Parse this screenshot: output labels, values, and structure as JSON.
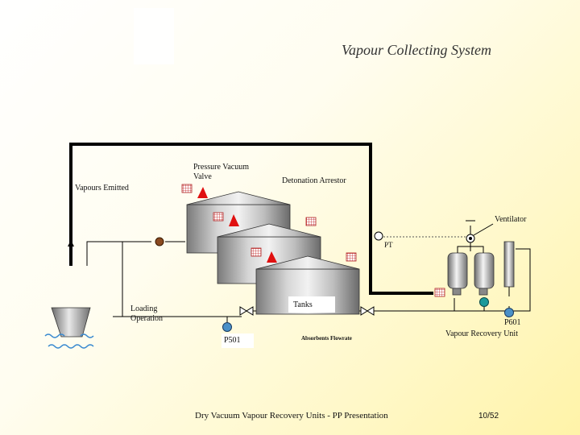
{
  "title": "Vapour Collecting System",
  "labels": {
    "pressure_vacuum_valve": [
      "Pressure Vacuum",
      "Valve"
    ],
    "vapours_emitted": "Vapours Emitted",
    "detonation_arrestor": "Detonation Arrestor",
    "ventilator": "Ventilator",
    "pt": "PT",
    "loading_operation": [
      "Loading",
      "Operation"
    ],
    "tanks": "Tanks",
    "p601": "P601",
    "vapour_recovery_unit": "Vapour Recovery Unit",
    "p501": "P501",
    "absorbent_flowrate": "Absorbents Flowrate"
  },
  "footer": "Dry Vacuum Vapour Recovery Units - PP Presentation",
  "page_number": "10/52",
  "colors": {
    "pipe": "#000000",
    "valve": "#e01010",
    "flame_arrestor": "#b02020",
    "pump_blue": "#4a90c8",
    "pump_teal": "#1a9a9a",
    "loading_valve": "#8a4a20",
    "water": "#3a8ad0"
  }
}
